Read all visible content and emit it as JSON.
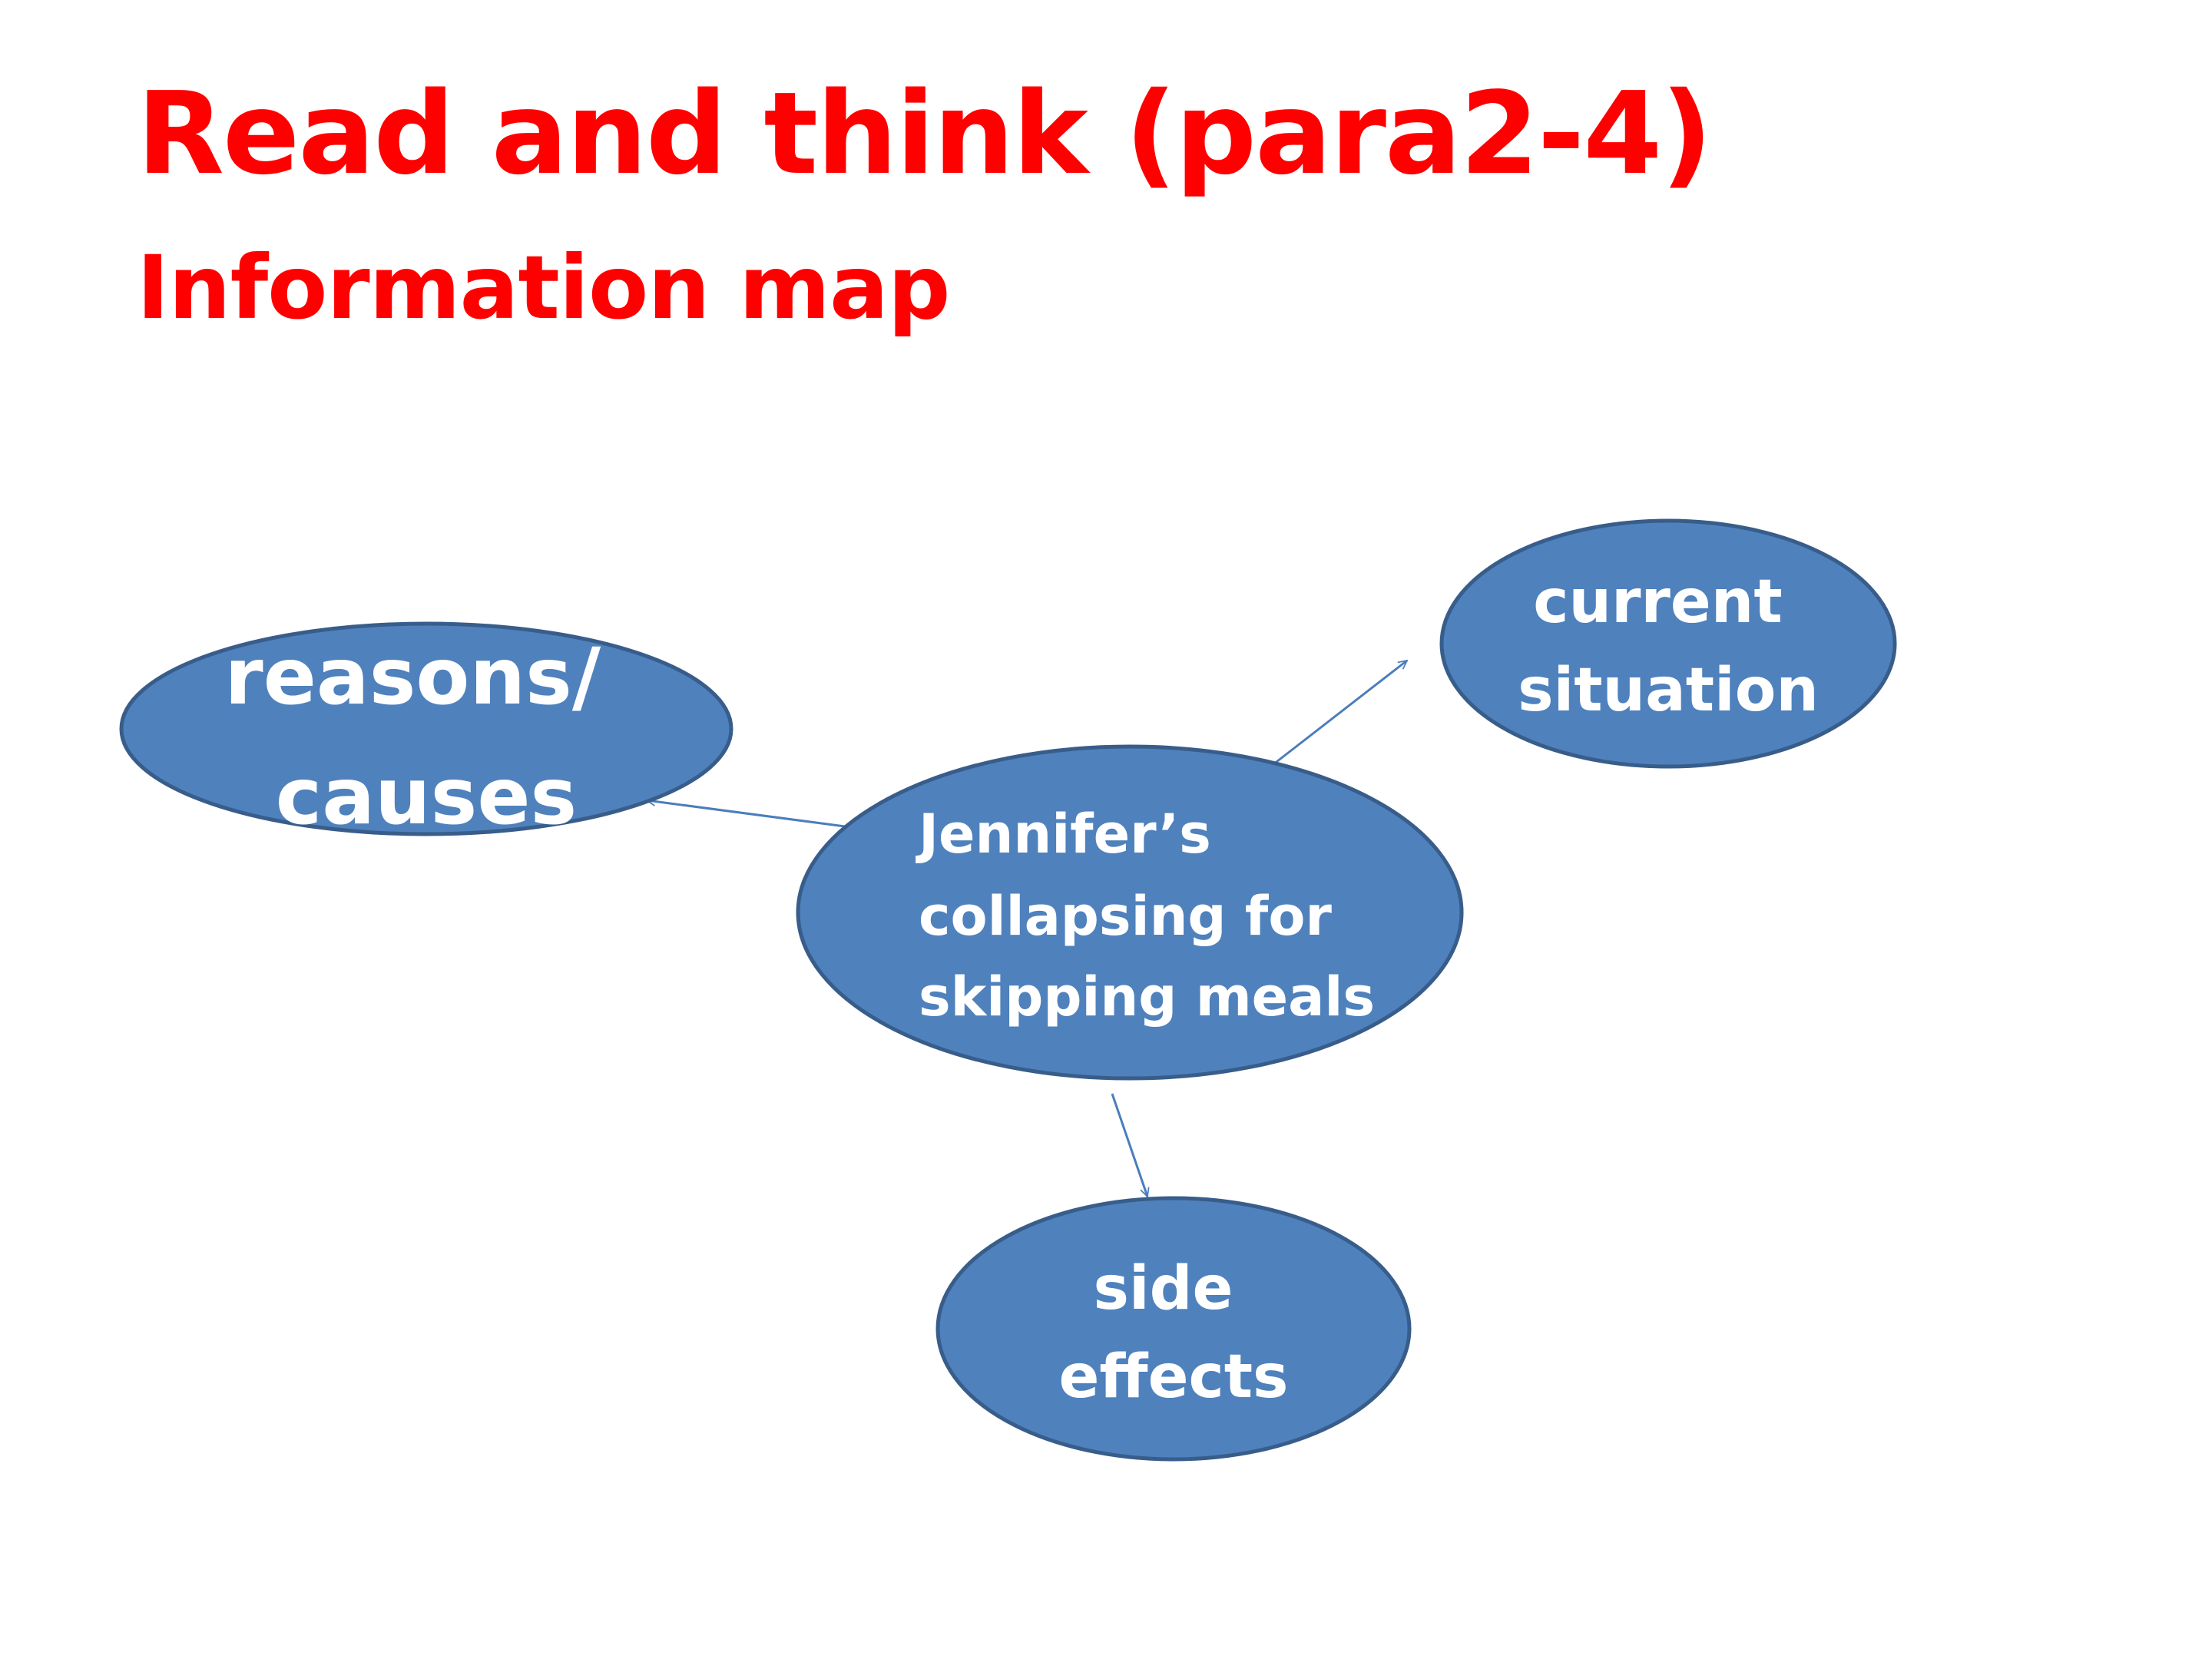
{
  "title": {
    "main": "Read and think (para2-4)",
    "sub": "Information map"
  },
  "diagram": {
    "colors": {
      "node_fill": "#4f81bd",
      "node_stroke": "#385d8a",
      "arrow": "#4a7ebb",
      "label": "#ffffff",
      "title": "#ff0000"
    },
    "center": {
      "lines": [
        "Jennifer’s",
        "collapsing for",
        "skipping meals"
      ]
    },
    "nodes": [
      {
        "id": "reasons",
        "lines": [
          "reasons/",
          "causes"
        ]
      },
      {
        "id": "current",
        "lines": [
          "current",
          "situation"
        ]
      },
      {
        "id": "side",
        "lines": [
          "side",
          "effects"
        ]
      }
    ]
  }
}
